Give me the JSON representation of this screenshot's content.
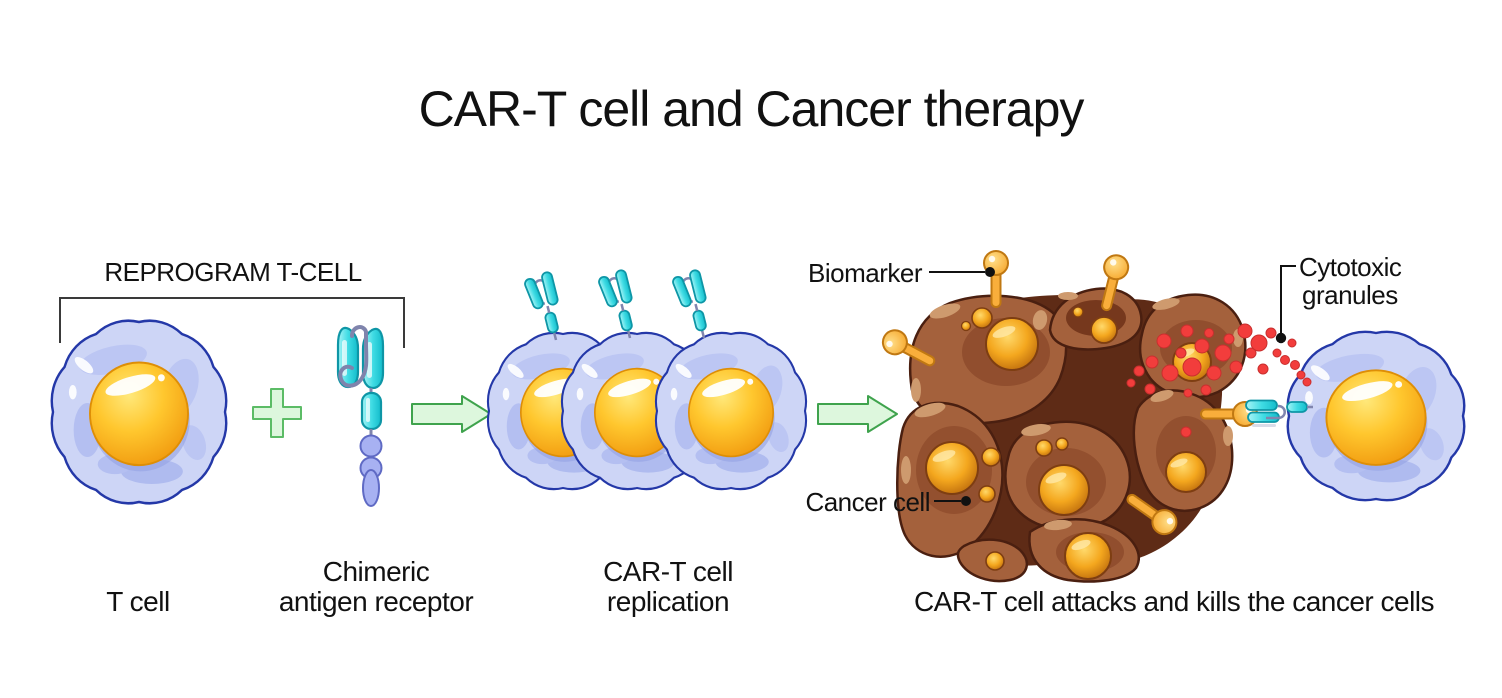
{
  "title": "CAR-T cell and Cancer therapy",
  "labels": {
    "reprogram": "REPROGRAM T-CELL",
    "biomarker": "Biomarker",
    "cytotoxic_granules_line1": "Cytotoxic",
    "cytotoxic_granules_line2": "granules",
    "cancer_cell": "Cancer cell"
  },
  "captions": {
    "t_cell": "T cell",
    "chimeric_line1": "Chimeric",
    "chimeric_line2": "antigen receptor",
    "replication_line1": "CAR-T cell",
    "replication_line2": "replication",
    "attack": "CAR-T cell attacks and kills the cancer cells"
  },
  "icons": {
    "plus-icon": "+",
    "arrow-right-icon": "→",
    "biomarker-icon": "lollipop shape",
    "granule-icon": "red dot"
  },
  "colors": {
    "background": "#FFFFFF",
    "text": "#111111",
    "lymphocyte_body": "#CDD5F6",
    "lymphocyte_outline": "#2438A8",
    "nucleus_orange": "#FFC72E",
    "receptor_cyan": "#40DCE4",
    "receptor_linker_gray": "#8085AE",
    "receptor_bead_purple": "#A7B1F2",
    "arrow_fill": "#DDF7DD",
    "arrow_stroke": "#3FA34D",
    "cancer_cell_body": "#A4613C",
    "cancer_cell_outline": "#4A1F10",
    "cancer_nucleus": "#F4A71E",
    "biomarker_orange": "#F9AE3B",
    "granule_red": "#F23D3C"
  }
}
